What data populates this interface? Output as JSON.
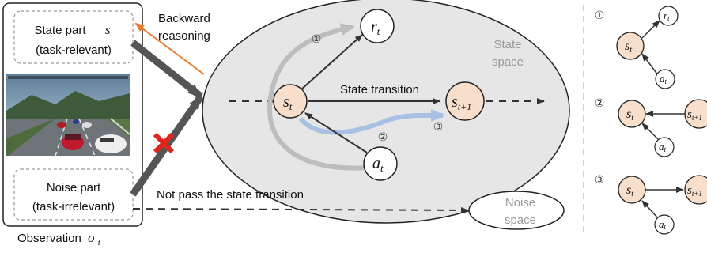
{
  "observation": {
    "caption_prefix": "Observation",
    "caption_symbol": "o",
    "caption_sub": "t",
    "state_part_title": "State part",
    "state_part_symbol": "s",
    "state_part_sub": "(task-relevant)",
    "noise_part_title": "Noise part",
    "noise_part_sub": "(task-irrelevant)"
  },
  "labels": {
    "backward_line1": "Backward",
    "backward_line2": "reasoning",
    "state_space_line1": "State",
    "state_space_line2": "space",
    "state_transition": "State transition",
    "not_pass": "Not pass the state transition",
    "noise_space_line1": "Noise",
    "noise_space_line2": "space"
  },
  "nodes": {
    "s": "s",
    "s_sub": "t",
    "r": "r",
    "r_sub": "t",
    "a": "a",
    "a_sub": "t",
    "s_next": "s",
    "s_next_sub": "t+1"
  },
  "markers": {
    "one": "①",
    "two": "②",
    "three": "③"
  },
  "colors": {
    "node_fill": "#f8dfcc",
    "ellipse_fill": "#e6e6e6",
    "gray_arrow": "#bdbdbd",
    "blue_arrow": "#a8c0e4",
    "orange_arrow": "#ea7c2e",
    "red_cross": "#e0231b"
  }
}
